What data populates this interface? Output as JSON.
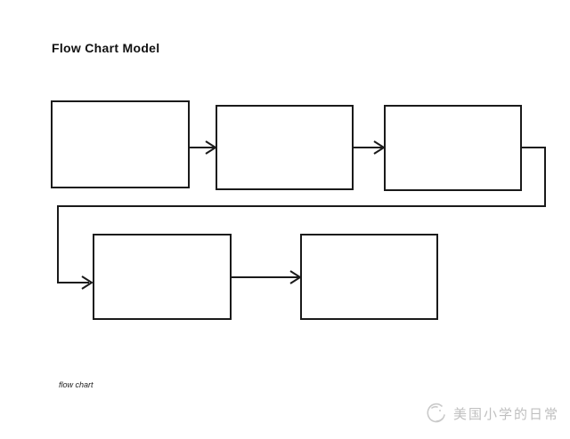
{
  "page": {
    "title": "Flow Chart Model",
    "caption": "flow chart",
    "watermark": {
      "text": "美国小学的日常",
      "icon": "sketchy-circle-logo-icon",
      "color": "#bfbfbf"
    },
    "colors": {
      "background": "#ffffff",
      "stroke": "#1a1a1a"
    }
  },
  "diagram": {
    "type": "flowchart",
    "description": "Five empty rectangular process boxes connected in sequence: three in the top row joined by right arrows, a wrap-around elbow connector from box 3 down and left into box 4, then an arrow from box 4 to box 5 in the bottom row.",
    "nodes": [
      {
        "id": 1,
        "label": "",
        "row": 1
      },
      {
        "id": 2,
        "label": "",
        "row": 1
      },
      {
        "id": 3,
        "label": "",
        "row": 1
      },
      {
        "id": 4,
        "label": "",
        "row": 2
      },
      {
        "id": 5,
        "label": "",
        "row": 2
      }
    ],
    "edges": [
      {
        "from": 1,
        "to": 2,
        "style": "straight-arrow"
      },
      {
        "from": 2,
        "to": 3,
        "style": "straight-arrow"
      },
      {
        "from": 3,
        "to": 4,
        "style": "wrap-around-elbow-arrow"
      },
      {
        "from": 4,
        "to": 5,
        "style": "straight-arrow"
      }
    ]
  }
}
